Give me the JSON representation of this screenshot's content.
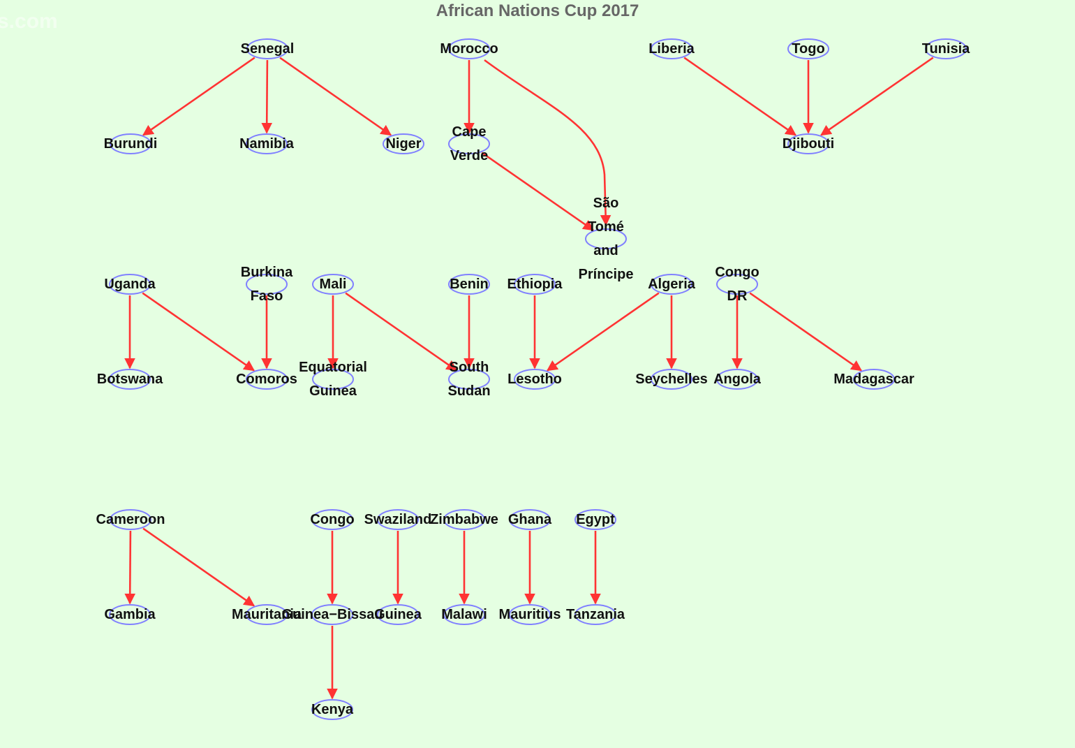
{
  "title": "African Nations Cup 2017",
  "watermark": "s.com",
  "colors": {
    "background": "#e5ffe2",
    "node_outline": "#8080ff",
    "edge": "#ff3333",
    "title": "#666666",
    "label": "#111111"
  },
  "nodes": [
    {
      "id": "senegal",
      "label": [
        "Senegal"
      ]
    },
    {
      "id": "morocco",
      "label": [
        "Morocco"
      ]
    },
    {
      "id": "liberia",
      "label": [
        "Liberia"
      ]
    },
    {
      "id": "togo",
      "label": [
        "Togo"
      ]
    },
    {
      "id": "tunisia",
      "label": [
        "Tunisia"
      ]
    },
    {
      "id": "burundi",
      "label": [
        "Burundi"
      ]
    },
    {
      "id": "namibia",
      "label": [
        "Namibia"
      ]
    },
    {
      "id": "niger",
      "label": [
        "Niger"
      ]
    },
    {
      "id": "cape-verde",
      "label": [
        "Cape",
        "Verde"
      ]
    },
    {
      "id": "djibouti",
      "label": [
        "Djibouti"
      ]
    },
    {
      "id": "sao-tome",
      "label": [
        "São",
        "Tomé",
        "and",
        "Príncipe"
      ]
    },
    {
      "id": "uganda",
      "label": [
        "Uganda"
      ]
    },
    {
      "id": "burkina-faso",
      "label": [
        "Burkina",
        "Faso"
      ]
    },
    {
      "id": "mali",
      "label": [
        "Mali"
      ]
    },
    {
      "id": "benin",
      "label": [
        "Benin"
      ]
    },
    {
      "id": "ethiopia",
      "label": [
        "Ethiopia"
      ]
    },
    {
      "id": "algeria",
      "label": [
        "Algeria"
      ]
    },
    {
      "id": "congo-dr",
      "label": [
        "Congo",
        "DR"
      ]
    },
    {
      "id": "botswana",
      "label": [
        "Botswana"
      ]
    },
    {
      "id": "comoros",
      "label": [
        "Comoros"
      ]
    },
    {
      "id": "equatorial-guinea",
      "label": [
        "Equatorial",
        "Guinea"
      ]
    },
    {
      "id": "south-sudan",
      "label": [
        "South",
        "Sudan"
      ]
    },
    {
      "id": "lesotho",
      "label": [
        "Lesotho"
      ]
    },
    {
      "id": "seychelles",
      "label": [
        "Seychelles"
      ]
    },
    {
      "id": "angola",
      "label": [
        "Angola"
      ]
    },
    {
      "id": "madagascar",
      "label": [
        "Madagascar"
      ]
    },
    {
      "id": "cameroon",
      "label": [
        "Cameroon"
      ]
    },
    {
      "id": "congo",
      "label": [
        "Congo"
      ]
    },
    {
      "id": "swaziland",
      "label": [
        "Swaziland"
      ]
    },
    {
      "id": "zimbabwe",
      "label": [
        "Zimbabwe"
      ]
    },
    {
      "id": "ghana",
      "label": [
        "Ghana"
      ]
    },
    {
      "id": "egypt",
      "label": [
        "Egypt"
      ]
    },
    {
      "id": "gambia",
      "label": [
        "Gambia"
      ]
    },
    {
      "id": "mauritania",
      "label": [
        "Mauritania"
      ]
    },
    {
      "id": "guinea-bissau",
      "label": [
        "Guinea−Bissau"
      ]
    },
    {
      "id": "guinea",
      "label": [
        "Guinea"
      ]
    },
    {
      "id": "malawi",
      "label": [
        "Malawi"
      ]
    },
    {
      "id": "mauritius",
      "label": [
        "Mauritius"
      ]
    },
    {
      "id": "tanzania",
      "label": [
        "Tanzania"
      ]
    },
    {
      "id": "kenya",
      "label": [
        "Kenya"
      ]
    }
  ],
  "edges": [
    {
      "from": "senegal",
      "to": "burundi"
    },
    {
      "from": "senegal",
      "to": "namibia"
    },
    {
      "from": "senegal",
      "to": "niger"
    },
    {
      "from": "morocco",
      "to": "cape-verde"
    },
    {
      "from": "morocco",
      "to": "sao-tome"
    },
    {
      "from": "cape-verde",
      "to": "sao-tome"
    },
    {
      "from": "liberia",
      "to": "djibouti"
    },
    {
      "from": "togo",
      "to": "djibouti"
    },
    {
      "from": "tunisia",
      "to": "djibouti"
    },
    {
      "from": "uganda",
      "to": "botswana"
    },
    {
      "from": "uganda",
      "to": "comoros"
    },
    {
      "from": "burkina-faso",
      "to": "comoros"
    },
    {
      "from": "mali",
      "to": "equatorial-guinea"
    },
    {
      "from": "mali",
      "to": "south-sudan"
    },
    {
      "from": "benin",
      "to": "south-sudan"
    },
    {
      "from": "ethiopia",
      "to": "lesotho"
    },
    {
      "from": "algeria",
      "to": "lesotho"
    },
    {
      "from": "algeria",
      "to": "seychelles"
    },
    {
      "from": "congo-dr",
      "to": "angola"
    },
    {
      "from": "congo-dr",
      "to": "madagascar"
    },
    {
      "from": "cameroon",
      "to": "gambia"
    },
    {
      "from": "cameroon",
      "to": "mauritania"
    },
    {
      "from": "congo",
      "to": "guinea-bissau"
    },
    {
      "from": "guinea-bissau",
      "to": "kenya"
    },
    {
      "from": "swaziland",
      "to": "guinea"
    },
    {
      "from": "zimbabwe",
      "to": "malawi"
    },
    {
      "from": "ghana",
      "to": "mauritius"
    },
    {
      "from": "egypt",
      "to": "tanzania"
    }
  ]
}
